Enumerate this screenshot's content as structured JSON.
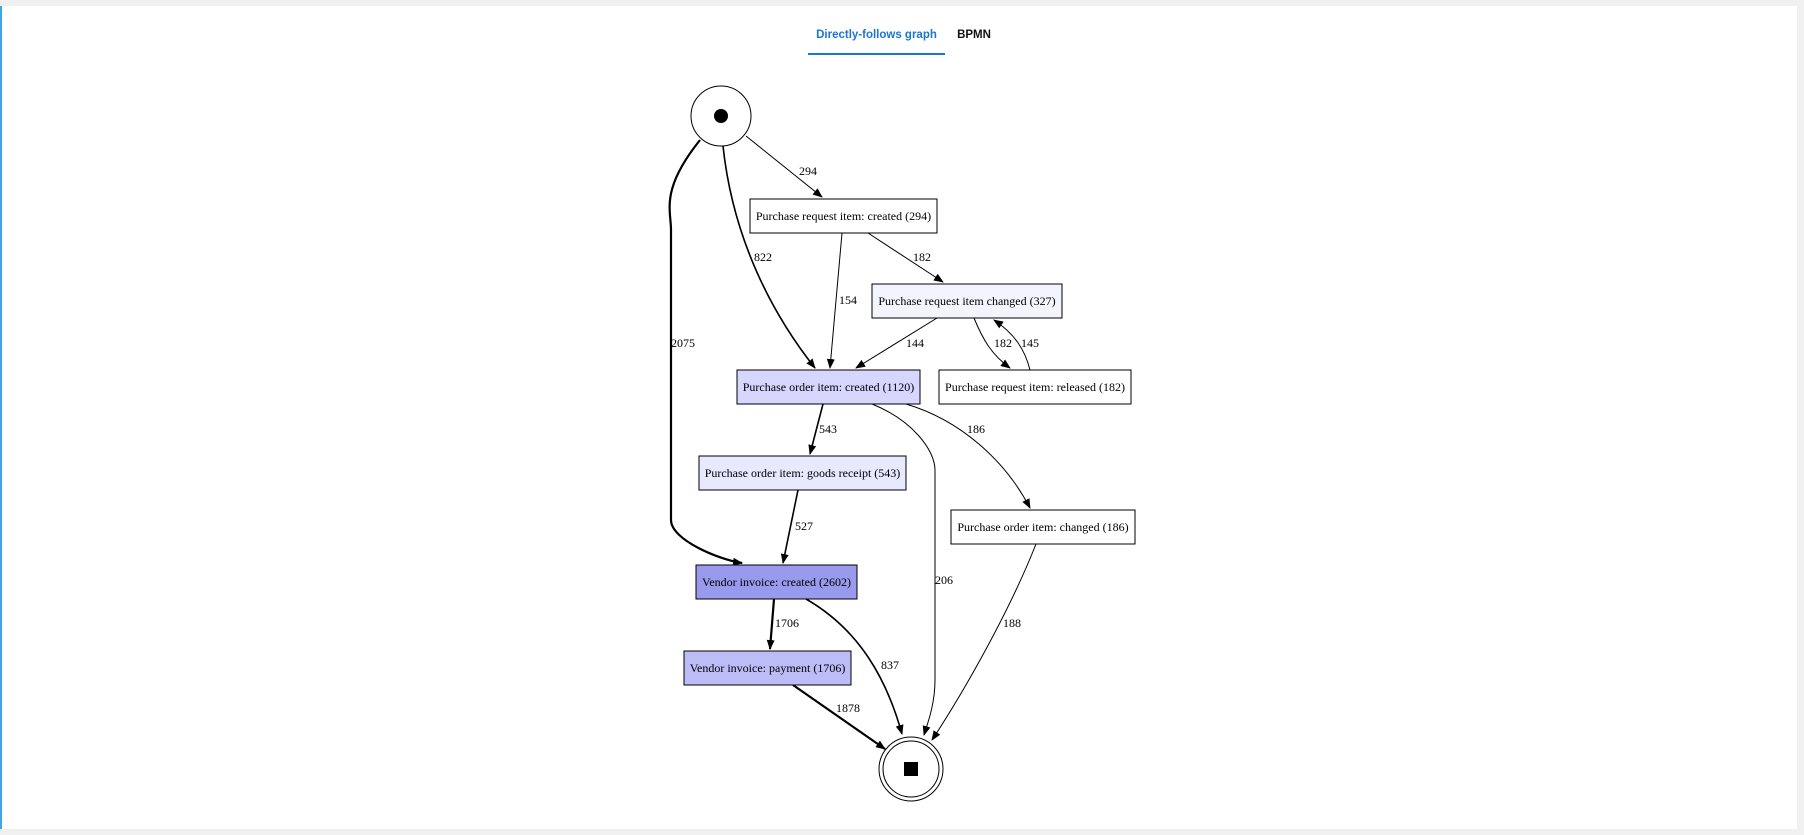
{
  "tabs": [
    {
      "label": "Directly-follows graph",
      "active": true
    },
    {
      "label": "BPMN",
      "active": false
    }
  ],
  "colors": {
    "accent": "#1976d2",
    "frame_border": "#3ea6e6",
    "node_fill_levels": [
      "#ffffff",
      "#f4f4ff",
      "#e8e8ff",
      "#d6d6ff",
      "#bcbcf7",
      "#9999ee"
    ]
  },
  "graph": {
    "nodes": [
      {
        "id": "start",
        "type": "start"
      },
      {
        "id": "pri_created",
        "label": "Purchase request item: created (294)",
        "count": 294
      },
      {
        "id": "pri_changed",
        "label": "Purchase request item changed (327)",
        "count": 327
      },
      {
        "id": "pri_released",
        "label": "Purchase request item: released (182)",
        "count": 182
      },
      {
        "id": "poi_created",
        "label": "Purchase order item: created (1120)",
        "count": 1120
      },
      {
        "id": "poi_goods",
        "label": "Purchase order item: goods receipt (543)",
        "count": 543
      },
      {
        "id": "poi_changed",
        "label": "Purchase order item: changed (186)",
        "count": 186
      },
      {
        "id": "vi_created",
        "label": "Vendor invoice: created (2602)",
        "count": 2602
      },
      {
        "id": "vi_payment",
        "label": "Vendor invoice: payment (1706)",
        "count": 1706
      },
      {
        "id": "end",
        "type": "end"
      }
    ],
    "edges": [
      {
        "id": "e1",
        "from": "start",
        "to": "pri_created",
        "label": "294"
      },
      {
        "id": "e2",
        "from": "start",
        "to": "poi_created",
        "label": "822"
      },
      {
        "id": "e3",
        "from": "start",
        "to": "vi_created",
        "label": "2075"
      },
      {
        "id": "e4",
        "from": "pri_created",
        "to": "poi_created",
        "label": "154"
      },
      {
        "id": "e5",
        "from": "pri_created",
        "to": "pri_changed",
        "label": "182"
      },
      {
        "id": "e6",
        "from": "pri_changed",
        "to": "poi_created",
        "label": "144"
      },
      {
        "id": "e7",
        "from": "pri_changed",
        "to": "pri_released",
        "label": "182"
      },
      {
        "id": "e8",
        "from": "pri_released",
        "to": "pri_changed",
        "label": "145"
      },
      {
        "id": "e9",
        "from": "poi_created",
        "to": "poi_goods",
        "label": "543"
      },
      {
        "id": "e10",
        "from": "poi_created",
        "to": "poi_changed",
        "label": "186"
      },
      {
        "id": "e11",
        "from": "poi_created",
        "to": "end",
        "label": "206"
      },
      {
        "id": "e12",
        "from": "poi_goods",
        "to": "vi_created",
        "label": "527"
      },
      {
        "id": "e13",
        "from": "poi_changed",
        "to": "end",
        "label": "188"
      },
      {
        "id": "e14",
        "from": "vi_created",
        "to": "vi_payment",
        "label": "1706"
      },
      {
        "id": "e15",
        "from": "vi_created",
        "to": "end",
        "label": "837"
      },
      {
        "id": "e16",
        "from": "vi_payment",
        "to": "end",
        "label": "1878"
      }
    ]
  }
}
